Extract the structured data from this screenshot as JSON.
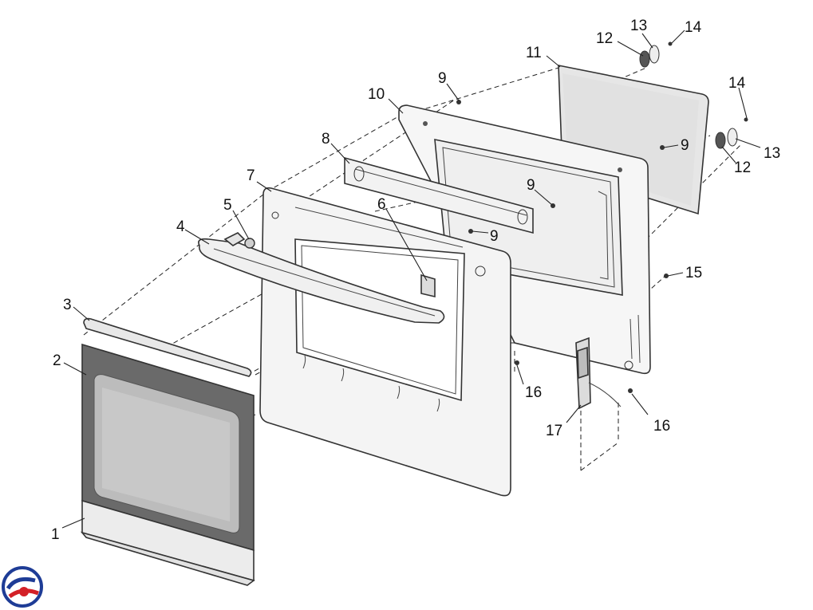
{
  "diagram": {
    "type": "exploded-parts-diagram",
    "colors": {
      "line": "#333333",
      "glass": "#bcbcbc",
      "frame_dark": "#6a6a6a",
      "panel": "#f3f3f3",
      "screen": "#e8e8e8",
      "logo_blue": "#1e3c96",
      "logo_red": "#d32027"
    },
    "callouts": [
      {
        "id": "c1",
        "label": "1"
      },
      {
        "id": "c2",
        "label": "2"
      },
      {
        "id": "c3",
        "label": "3"
      },
      {
        "id": "c4",
        "label": "4"
      },
      {
        "id": "c5",
        "label": "5"
      },
      {
        "id": "c6",
        "label": "6"
      },
      {
        "id": "c7",
        "label": "7"
      },
      {
        "id": "c8",
        "label": "8"
      },
      {
        "id": "c9a",
        "label": "9"
      },
      {
        "id": "c9b",
        "label": "9"
      },
      {
        "id": "c9c",
        "label": "9"
      },
      {
        "id": "c9d",
        "label": "9"
      },
      {
        "id": "c10",
        "label": "10"
      },
      {
        "id": "c11",
        "label": "11"
      },
      {
        "id": "c12a",
        "label": "12"
      },
      {
        "id": "c12b",
        "label": "12"
      },
      {
        "id": "c13a",
        "label": "13"
      },
      {
        "id": "c13b",
        "label": "13"
      },
      {
        "id": "c14a",
        "label": "14"
      },
      {
        "id": "c14b",
        "label": "14"
      },
      {
        "id": "c15",
        "label": "15"
      },
      {
        "id": "c16a",
        "label": "16"
      },
      {
        "id": "c16b",
        "label": "16"
      },
      {
        "id": "c17",
        "label": "17"
      }
    ]
  }
}
